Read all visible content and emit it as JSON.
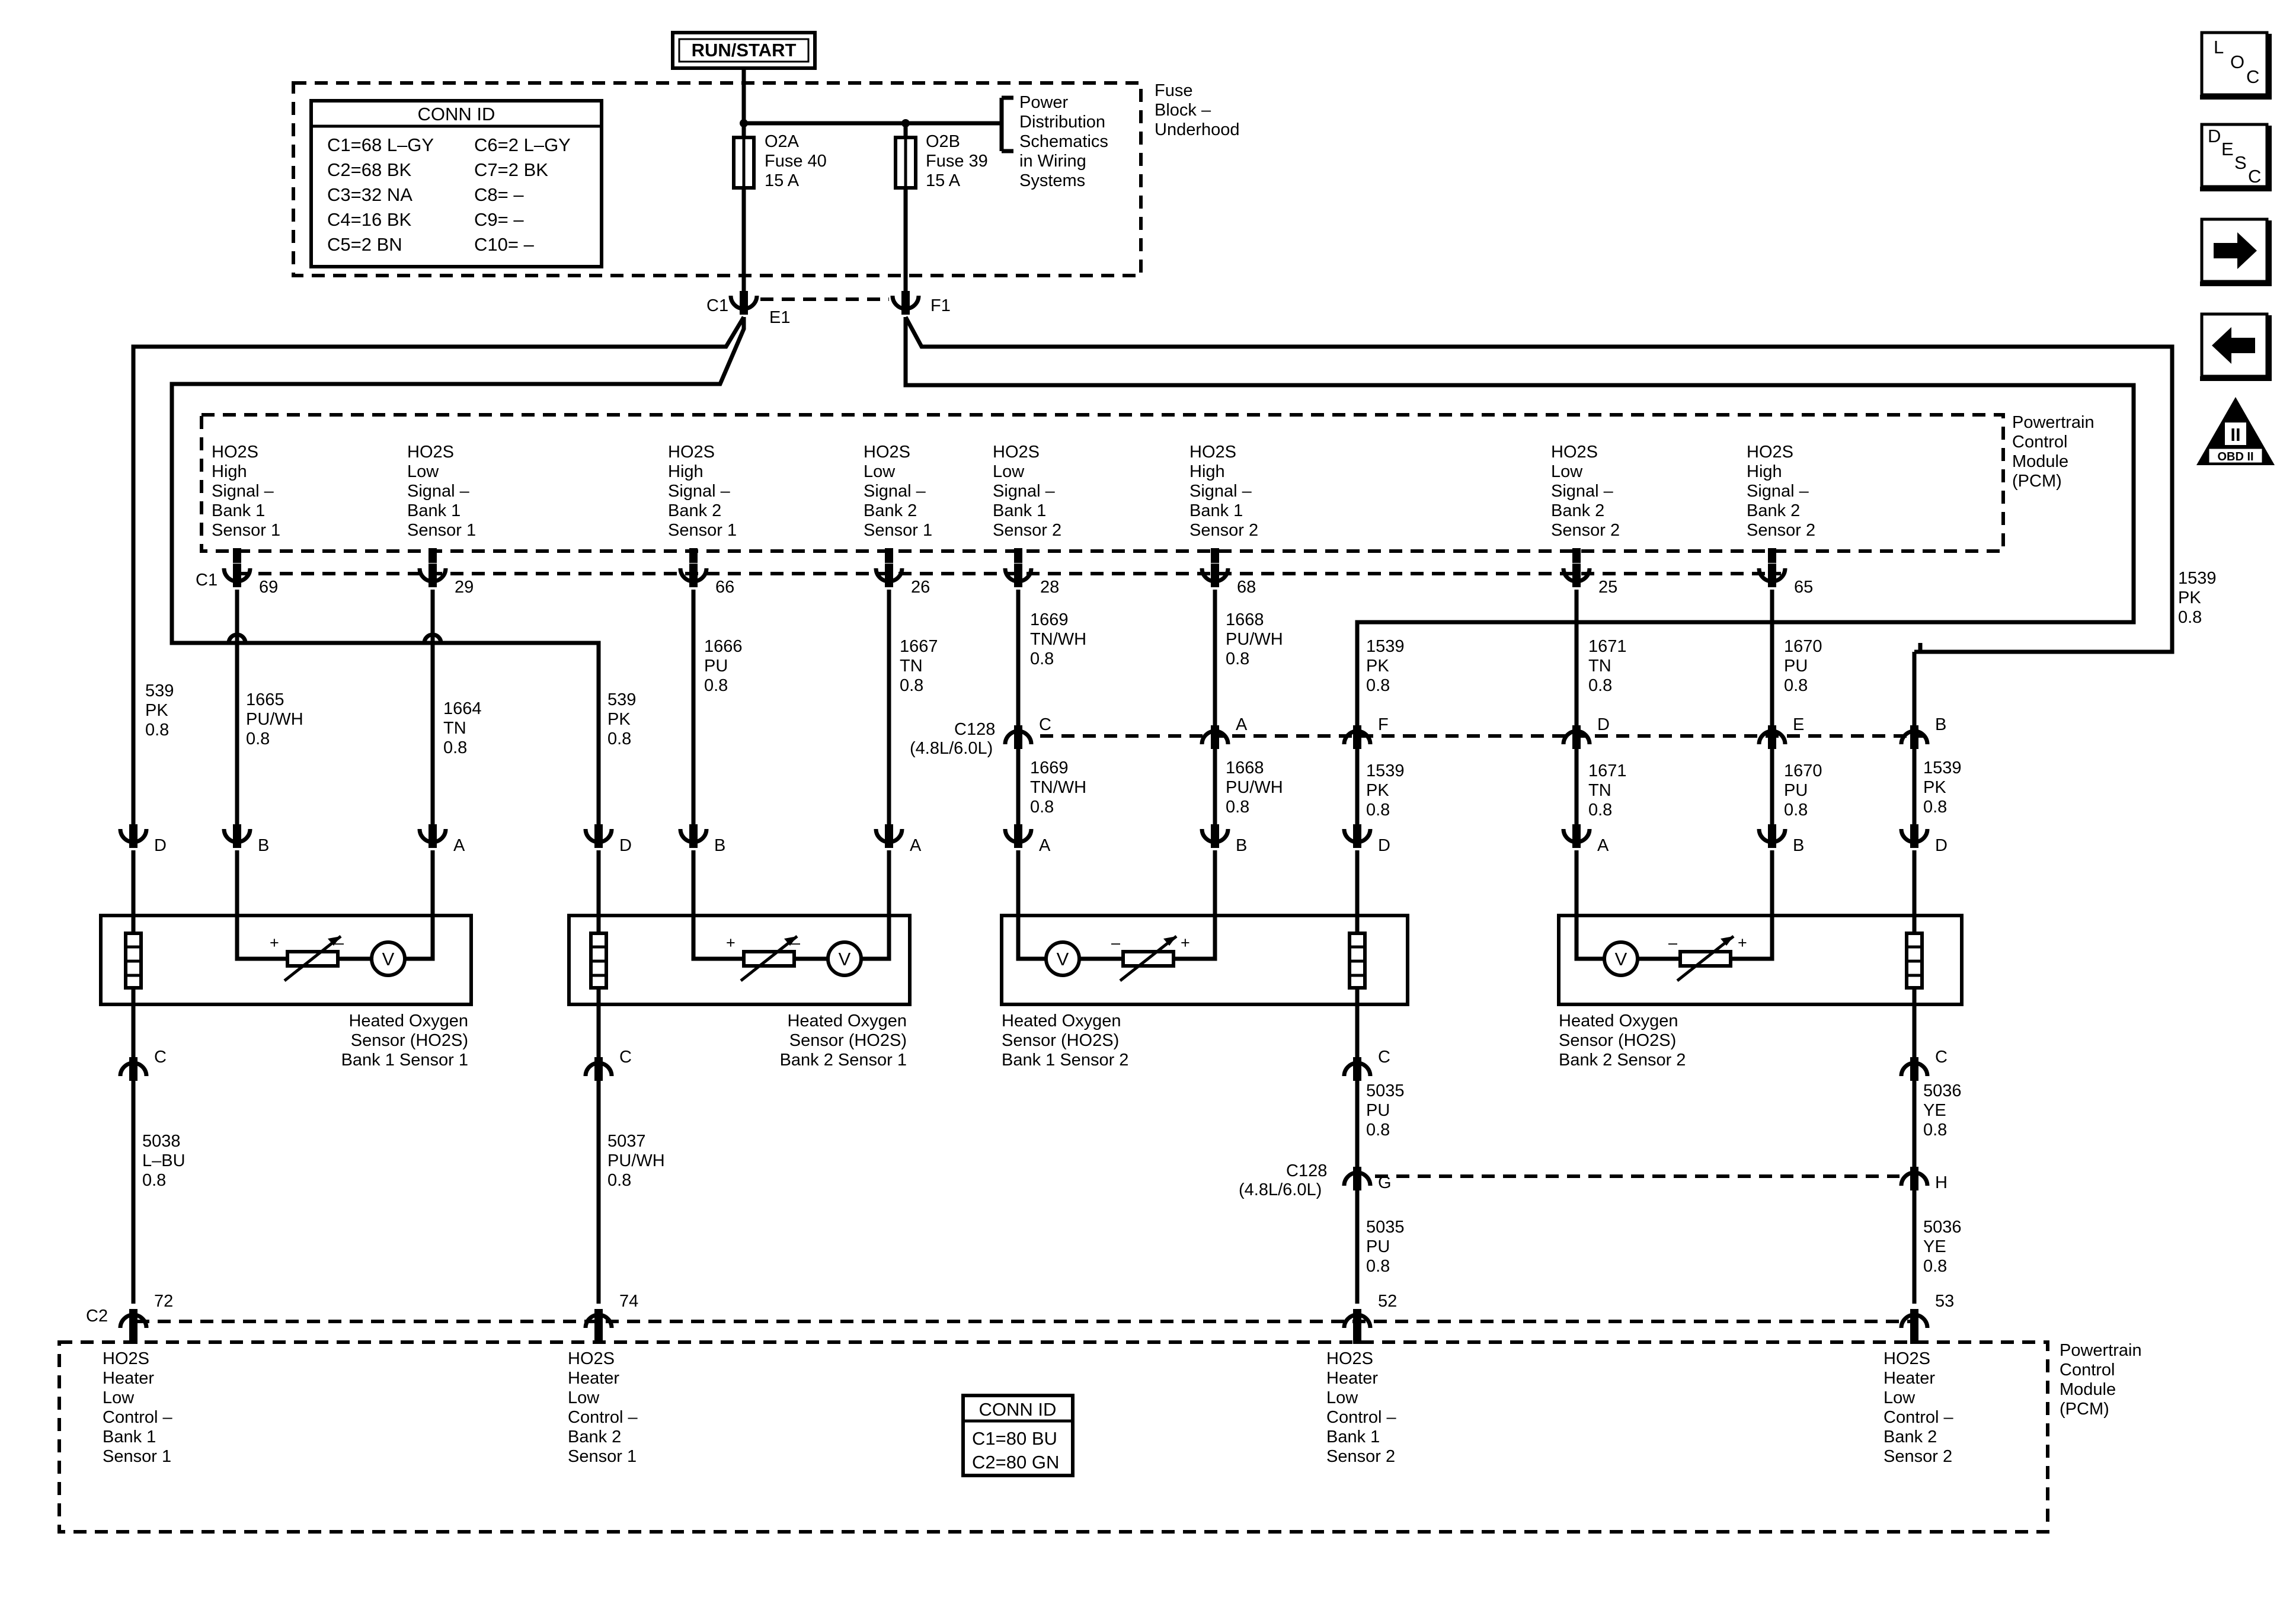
{
  "supply": {
    "run_start": "RUN/START"
  },
  "fuse_block": {
    "label": [
      "Fuse",
      "Block –",
      "Underhood"
    ],
    "power_dist": [
      "Power",
      "Distribution",
      "Schematics",
      "in Wiring",
      "Systems"
    ],
    "conn_title": "CONN ID",
    "conn_left": [
      "C1=68 L–GY",
      "C2=68 BK",
      "C3=32 NA",
      "C4=16 BK",
      "C5=2 BN"
    ],
    "conn_right": [
      "C6=2 L–GY",
      "C7=2 BK",
      "C8= –",
      "C9= –",
      "C10= –"
    ],
    "fuse_a": [
      "O2A",
      "Fuse 40",
      "15 A"
    ],
    "fuse_b": [
      "O2B",
      "Fuse 39",
      "15 A"
    ],
    "conn_c1": "C1",
    "pin_e1": "E1",
    "pin_f1": "F1"
  },
  "pcm_top": {
    "label": [
      "Powertrain",
      "Control",
      "Module",
      "(PCM)"
    ],
    "connector": "C1",
    "terminals": [
      {
        "lines": [
          "HO2S",
          "High",
          "Signal –",
          "Bank 1",
          "Sensor 1"
        ],
        "pin": "69"
      },
      {
        "lines": [
          "HO2S",
          "Low",
          "Signal –",
          "Bank 1",
          "Sensor 1"
        ],
        "pin": "29"
      },
      {
        "lines": [
          "HO2S",
          "High",
          "Signal –",
          "Bank 2",
          "Sensor 1"
        ],
        "pin": "66"
      },
      {
        "lines": [
          "HO2S",
          "Low",
          "Signal –",
          "Bank 2",
          "Sensor 1"
        ],
        "pin": "26"
      },
      {
        "lines": [
          "HO2S",
          "Low",
          "Signal –",
          "Bank 1",
          "Sensor 2"
        ],
        "pin": "28"
      },
      {
        "lines": [
          "HO2S",
          "High",
          "Signal –",
          "Bank 1",
          "Sensor 2"
        ],
        "pin": "68"
      },
      {
        "lines": [
          "HO2S",
          "Low",
          "Signal –",
          "Bank 2",
          "Sensor 2"
        ],
        "pin": "25"
      },
      {
        "lines": [
          "HO2S",
          "High",
          "Signal –",
          "Bank 2",
          "Sensor 2"
        ],
        "pin": "65"
      }
    ]
  },
  "c128": {
    "label": "C128",
    "variant": "(4.8L/6.0L)",
    "upper_pins": [
      "C",
      "A",
      "F",
      "D",
      "E",
      "B"
    ],
    "lower_pins": [
      "G",
      "H"
    ]
  },
  "wires": {
    "w539_left": [
      "539",
      "PK",
      "0.8"
    ],
    "w1665": [
      "1665",
      "PU/WH",
      "0.8"
    ],
    "w1664": [
      "1664",
      "TN",
      "0.8"
    ],
    "w539_mid": [
      "539",
      "PK",
      "0.8"
    ],
    "w1666": [
      "1666",
      "PU",
      "0.8"
    ],
    "w1667": [
      "1667",
      "TN",
      "0.8"
    ],
    "w1669": [
      "1669",
      "TN/WH",
      "0.8"
    ],
    "w1668": [
      "1668",
      "PU/WH",
      "0.8"
    ],
    "w1539": [
      "1539",
      "PK",
      "0.8"
    ],
    "w1671": [
      "1671",
      "TN",
      "0.8"
    ],
    "w1670": [
      "1670",
      "PU",
      "0.8"
    ],
    "w5038": [
      "5038",
      "L–BU",
      "0.8"
    ],
    "w5037": [
      "5037",
      "PU/WH",
      "0.8"
    ],
    "w5035": [
      "5035",
      "PU",
      "0.8"
    ],
    "w5036": [
      "5036",
      "YE",
      "0.8"
    ]
  },
  "sensors": [
    {
      "lines": [
        "Heated Oxygen",
        "Sensor (HO2S)",
        "Bank 1 Sensor 1"
      ],
      "pins": [
        "D",
        "B",
        "A",
        "C"
      ]
    },
    {
      "lines": [
        "Heated Oxygen",
        "Sensor (HO2S)",
        "Bank 2 Sensor 1"
      ],
      "pins": [
        "D",
        "B",
        "A",
        "C"
      ]
    },
    {
      "lines": [
        "Heated Oxygen",
        "Sensor (HO2S)",
        "Bank 1 Sensor 2"
      ],
      "pins": [
        "A",
        "B",
        "D",
        "C"
      ]
    },
    {
      "lines": [
        "Heated Oxygen",
        "Sensor (HO2S)",
        "Bank 2 Sensor 2"
      ],
      "pins": [
        "A",
        "B",
        "D",
        "C"
      ]
    }
  ],
  "meter": {
    "symbol": "V",
    "plus": "+",
    "minus": "–"
  },
  "pcm_bottom": {
    "label": [
      "Powertrain",
      "Control",
      "Module",
      "(PCM)"
    ],
    "connector": "C2",
    "conn_title": "CONN ID",
    "conn_lines": [
      "C1=80 BU",
      "C2=80 GN"
    ],
    "terminals": [
      {
        "lines": [
          "HO2S",
          "Heater",
          "Low",
          "Control –",
          "Bank 1",
          "Sensor 1"
        ],
        "pin": "72"
      },
      {
        "lines": [
          "HO2S",
          "Heater",
          "Low",
          "Control –",
          "Bank 2",
          "Sensor 1"
        ],
        "pin": "74"
      },
      {
        "lines": [
          "HO2S",
          "Heater",
          "Low",
          "Control –",
          "Bank 1",
          "Sensor 2"
        ],
        "pin": "52"
      },
      {
        "lines": [
          "HO2S",
          "Heater",
          "Low",
          "Control –",
          "Bank 2",
          "Sensor 2"
        ],
        "pin": "53"
      }
    ]
  },
  "nav": {
    "loc": [
      "L",
      "O",
      "C"
    ],
    "desc": [
      "D",
      "E",
      "S",
      "C"
    ],
    "obd_numeral": "II",
    "obd_label": "OBD II"
  }
}
